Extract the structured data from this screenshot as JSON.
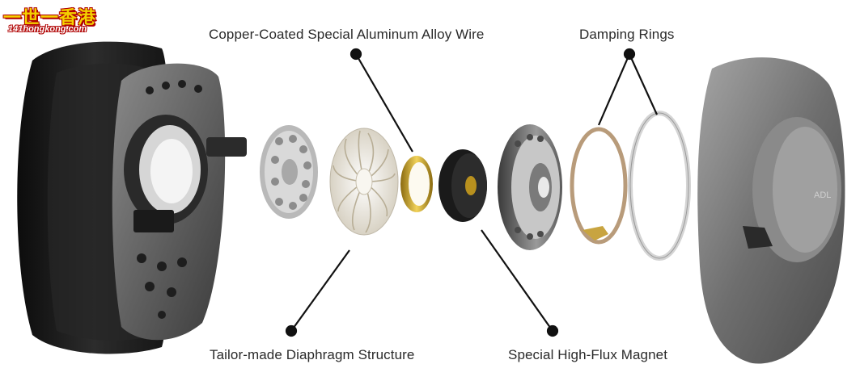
{
  "watermark": {
    "line1": "一世一香港",
    "line2": "141hongkong.com"
  },
  "labels": {
    "wire": "Copper-Coated Special Aluminum Alloy Wire",
    "damping": "Damping Rings",
    "diaphragm": "Tailor-made Diaphragm Structure",
    "magnet": "Special High-Flux Magnet"
  },
  "housing_logo": "ADL",
  "colors": {
    "leader": "#111111",
    "text": "#2a2a2a",
    "cushion": "#1c1c1c",
    "frame": "#5a5a5a",
    "diaphragm": "#ece8df",
    "voice_coil": "#c9a227",
    "magnet": "#1e1e1e",
    "damping_ring_1": "#b89b7a",
    "damping_ring_2": "#dcdcdc",
    "housing": "#7a7a7a"
  }
}
